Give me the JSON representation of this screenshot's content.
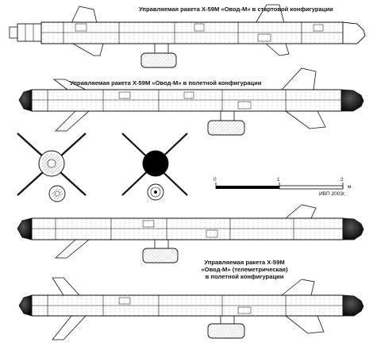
{
  "captions": {
    "launch_config": "Управляемая ракета Х-59М «Овод-М» в стартовой конфигурации",
    "flight_config": "Управляемая ракета Х-59М «Овод-М» в полетной конфигурации",
    "telemetry_line1": "Управляемая ракета Х-59М",
    "telemetry_line2": "«Овод-М» (телеметрическая)",
    "telemetry_line3": "в полетной конфигурации"
  },
  "scale": {
    "tick_0": "0",
    "tick_1": "1",
    "tick_2": "2",
    "unit": "м"
  },
  "credit": "ИВП 2003г."
}
